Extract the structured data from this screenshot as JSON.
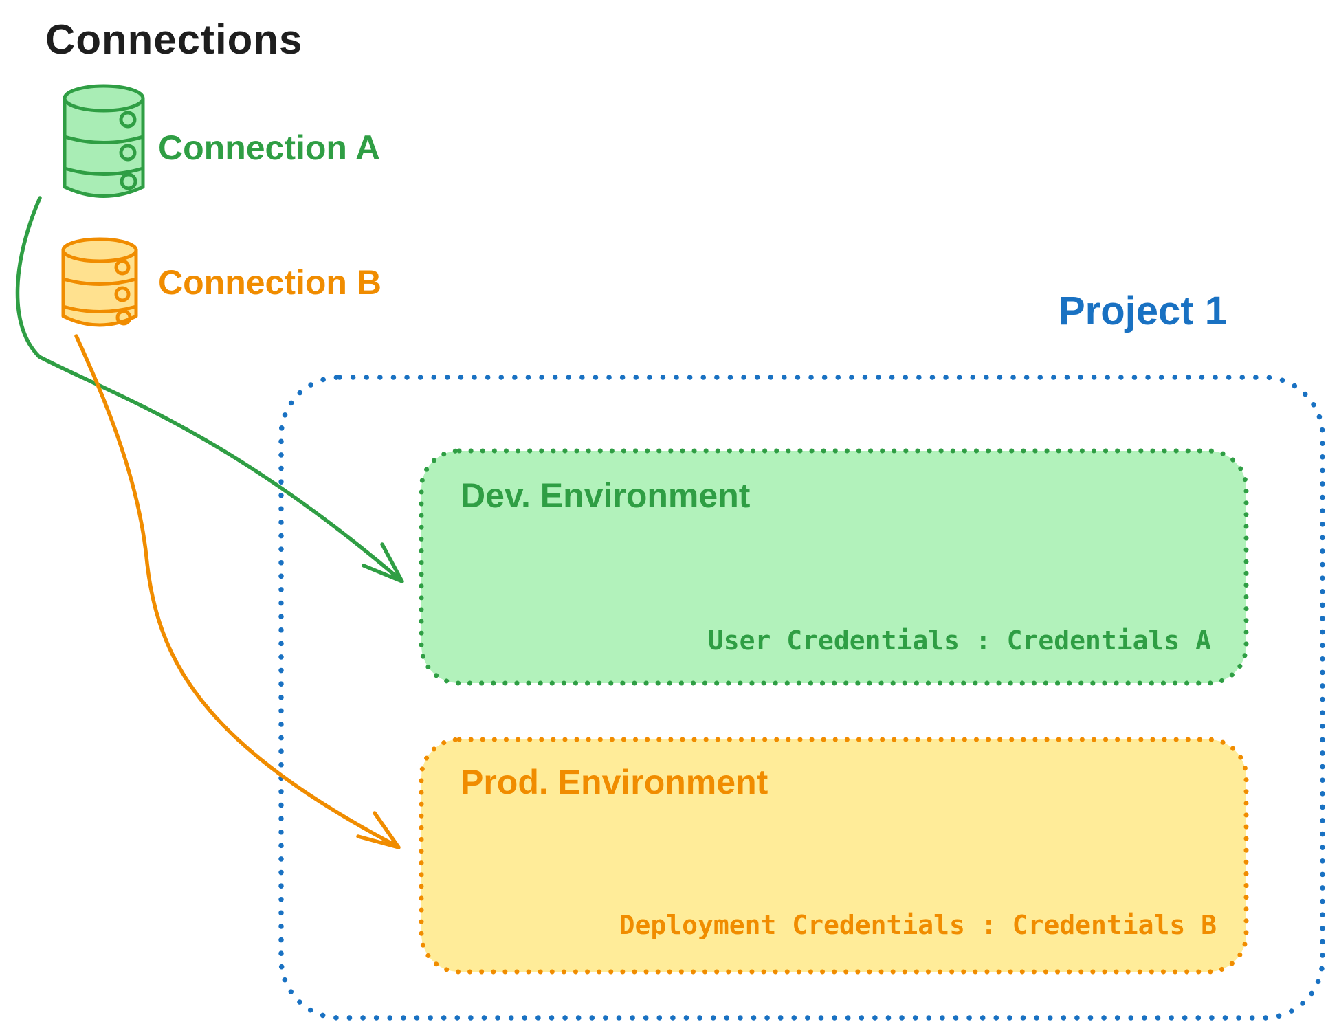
{
  "title": "Connections",
  "text_color": "#1e1e1e",
  "connections": [
    {
      "label": "Connection A",
      "icon": "database-icon",
      "stroke_color": "#2f9e44",
      "fill_color": "#a9edb5"
    },
    {
      "label": "Connection B",
      "icon": "database-icon",
      "stroke_color": "#f08c00",
      "fill_color": "#ffe18f"
    }
  ],
  "project": {
    "title": "Project 1",
    "border_color": "#1971c2",
    "environments": [
      {
        "name": "Dev. Environment",
        "credentials_label": "User Credentials : Credentials A",
        "stroke_color": "#2f9e44",
        "fill_color": "#b2f2bb"
      },
      {
        "name": "Prod. Environment",
        "credentials_label": "Deployment Credentials : Credentials B",
        "stroke_color": "#f08c00",
        "fill_color": "#ffec99"
      }
    ]
  },
  "arrows": [
    {
      "from": "Connection A",
      "to": "Dev. Environment",
      "color": "#2f9e44"
    },
    {
      "from": "Connection B",
      "to": "Prod. Environment",
      "color": "#f08c00"
    }
  ]
}
